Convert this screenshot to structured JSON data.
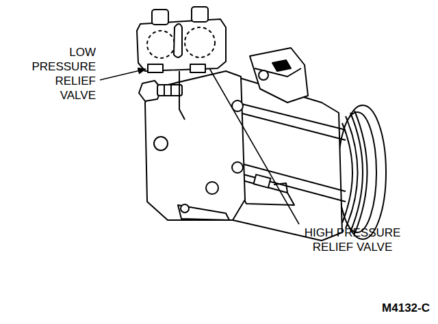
{
  "diagram": {
    "labels": [
      "LOW PRESSURE RELIEF VALVE",
      "HIGH PRESSURE RELIEF VALVE",
      "M4132-C"
    ]
  }
}
